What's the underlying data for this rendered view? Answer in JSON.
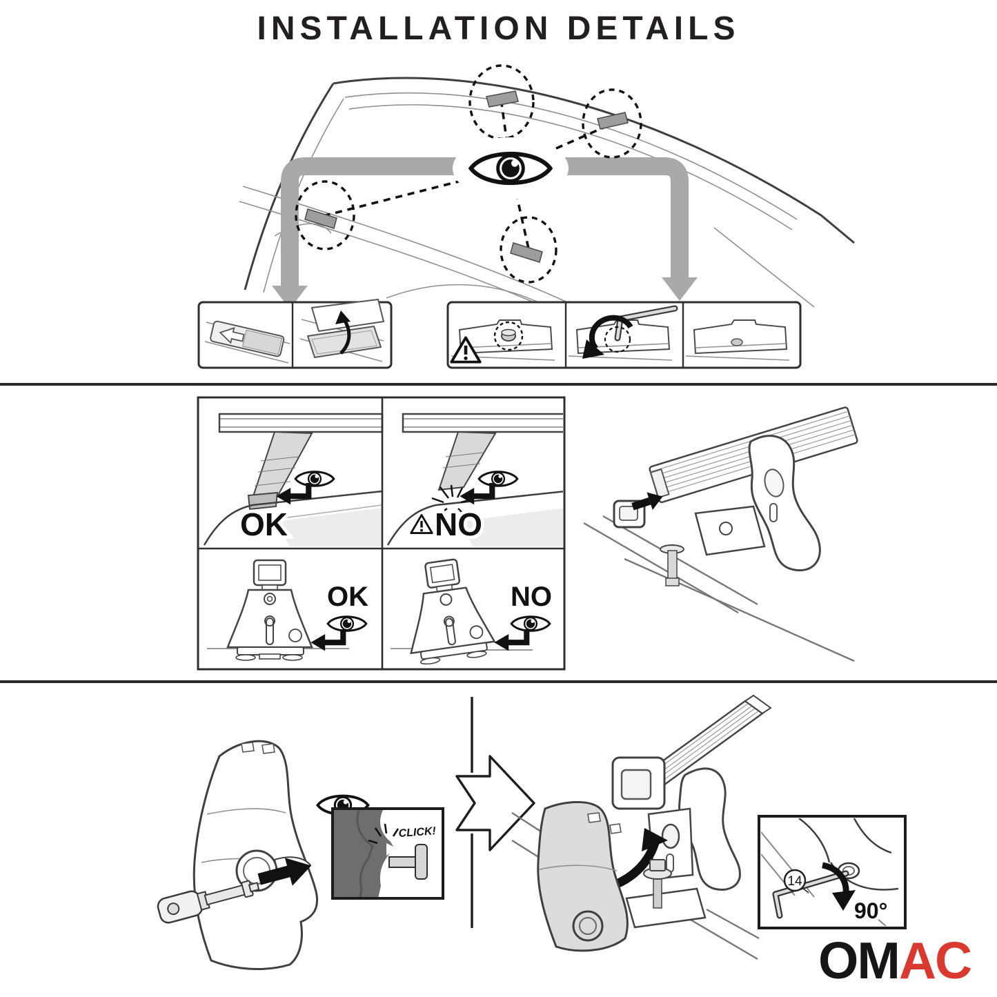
{
  "title": "INSTALLATION DETAILS",
  "grid": {
    "top_left_label": "OK",
    "top_right_label": "NO",
    "bottom_left_label": "OK",
    "bottom_right_label": "NO"
  },
  "click_detail": {
    "label": "CLICK!"
  },
  "torque_detail": {
    "part_number": "14",
    "angle": "90°"
  },
  "logo": {
    "text_black": "OM",
    "text_red": "AC"
  },
  "colors": {
    "ink": "#231f20",
    "line_dark": "#3f3f3f",
    "line_light": "#8f8f8f",
    "band_gray": "#a9a9a9",
    "pad_gray": "#9d9d9d",
    "fill_light": "#ececec",
    "fill_mid": "#d9d9d9",
    "panel_dark": "#6e6e6e",
    "logo_black": "#161616",
    "logo_red": "#da392f"
  },
  "icons": [
    "eye-icon",
    "warning-triangle-icon",
    "look-arrow-icon",
    "down-arrow-icon",
    "next-step-arrow-icon",
    "insert-arrow-icon",
    "rotate-arrow-icon",
    "open-cover-arrow-icon"
  ]
}
